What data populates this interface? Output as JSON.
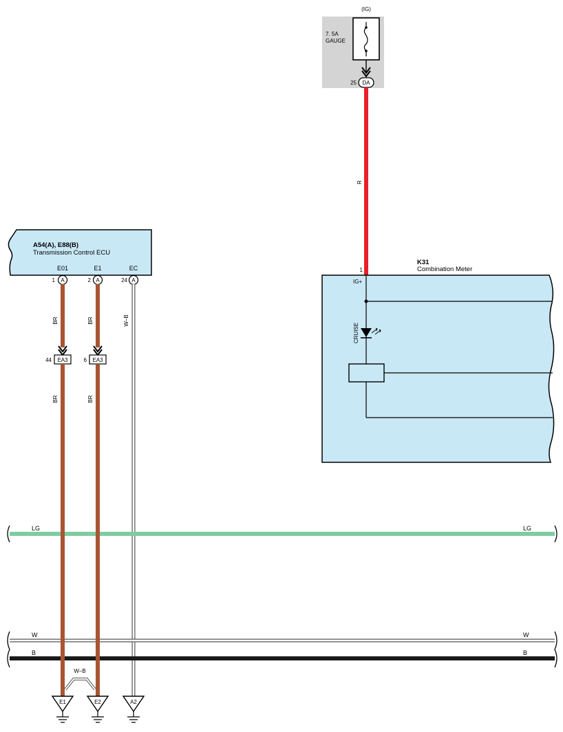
{
  "colors": {
    "wire_red": "#e8202a",
    "wire_brown": "#a75534",
    "wire_green": "#7fcca0",
    "wire_black": "#1a1a1a",
    "box_fill": "#c9e8f6",
    "fuse_panel": "#d4d4d4"
  },
  "fuse": {
    "supply": "(IG)",
    "rating": "7. 5A",
    "name": "GAUGE",
    "pin": "25",
    "connector": "DA"
  },
  "red_wire": {
    "color_code": "R"
  },
  "ecu": {
    "id": "A54(A), E88(B)",
    "name": "Transmission Control ECU",
    "terminals": [
      {
        "name": "E01",
        "pin": "1",
        "connector": "A",
        "wire": "BR"
      },
      {
        "name": "E1",
        "pin": "2",
        "connector": "A",
        "wire": "BR"
      },
      {
        "name": "EC",
        "pin": "24",
        "connector": "A",
        "wire": "W–B"
      }
    ]
  },
  "junctions": [
    {
      "pin": "44",
      "connector": "EA3",
      "wire_below": "BR"
    },
    {
      "pin": "6",
      "connector": "EA3",
      "wire_below": "BR"
    }
  ],
  "meter": {
    "id": "K31",
    "name": "Combination Meter",
    "pin": "1",
    "terminal": "IG+",
    "indicator": "CRUISE"
  },
  "buses": [
    {
      "code_left": "LG",
      "code_right": "LG"
    },
    {
      "code_left": "W",
      "code_right": "W"
    },
    {
      "code_left": "B",
      "code_right": "B"
    }
  ],
  "twisted_pair": {
    "code": "W–B"
  },
  "grounds": [
    "E1",
    "E2",
    "A2"
  ]
}
